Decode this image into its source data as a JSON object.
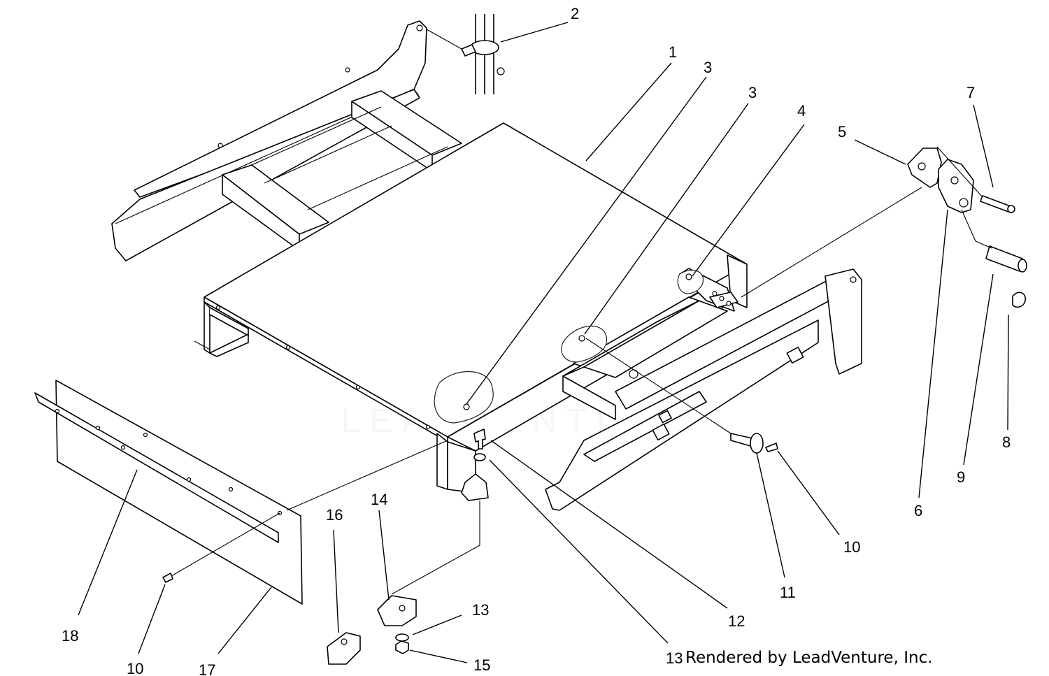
{
  "diagram": {
    "callouts": [
      {
        "id": "c1",
        "label": "1"
      },
      {
        "id": "c2",
        "label": "2"
      },
      {
        "id": "c3a",
        "label": "3"
      },
      {
        "id": "c3b",
        "label": "3"
      },
      {
        "id": "c4",
        "label": "4"
      },
      {
        "id": "c5",
        "label": "5"
      },
      {
        "id": "c6",
        "label": "6"
      },
      {
        "id": "c7",
        "label": "7"
      },
      {
        "id": "c8",
        "label": "8"
      },
      {
        "id": "c9",
        "label": "9"
      },
      {
        "id": "c10a",
        "label": "10"
      },
      {
        "id": "c10b",
        "label": "10"
      },
      {
        "id": "c11",
        "label": "11"
      },
      {
        "id": "c12",
        "label": "12"
      },
      {
        "id": "c13a",
        "label": "13"
      },
      {
        "id": "c13b",
        "label": "13"
      },
      {
        "id": "c14",
        "label": "14"
      },
      {
        "id": "c15",
        "label": "15"
      },
      {
        "id": "c16",
        "label": "16"
      },
      {
        "id": "c17",
        "label": "17"
      },
      {
        "id": "c18",
        "label": "18"
      }
    ],
    "watermark": {
      "logo_icon": "leadventure-flame-logo-icon",
      "text": "LEADVENTURE"
    },
    "credit": "Rendered by LeadVenture, Inc."
  },
  "colors": {
    "line": "#000000",
    "background": "#ffffff",
    "watermark": "#d4d4d4"
  }
}
